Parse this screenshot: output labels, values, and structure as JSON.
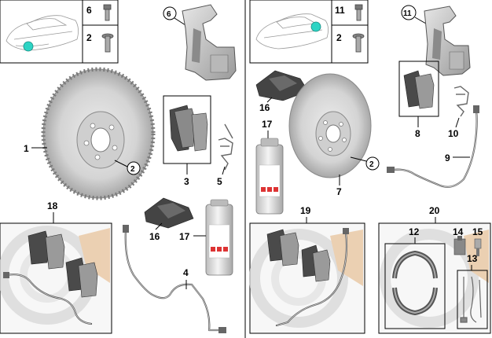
{
  "labels": {
    "left_vehicle_bolt": "6",
    "left_vehicle_screw": "2",
    "left_carrier": "6",
    "left_disc": "1",
    "left_disc_screw": "2",
    "left_pads": "3",
    "left_spring": "5",
    "left_kit": "18",
    "left_cloth": "16",
    "left_spray": "17",
    "left_sensor": "4",
    "right_vehicle_bolt": "11",
    "right_vehicle_screw": "2",
    "right_carrier": "11",
    "right_cloth": "16",
    "right_spray": "17",
    "right_disc": "7",
    "right_disc_screw": "2",
    "right_pads": "8",
    "right_spring": "10",
    "right_sensor": "9",
    "right_kit": "19",
    "right_parking_kit": "20",
    "right_shoes": "12",
    "right_part14": "14",
    "right_part15": "15",
    "right_part13": "13"
  },
  "colors": {
    "marker": "#2dd4c4",
    "disc_face": "#dcdcdc",
    "disc_edge": "#9a9a9a",
    "pad_dark": "#4a4a4a",
    "watermark": "#e8c39c",
    "box_bg": "#f7f7f7"
  }
}
